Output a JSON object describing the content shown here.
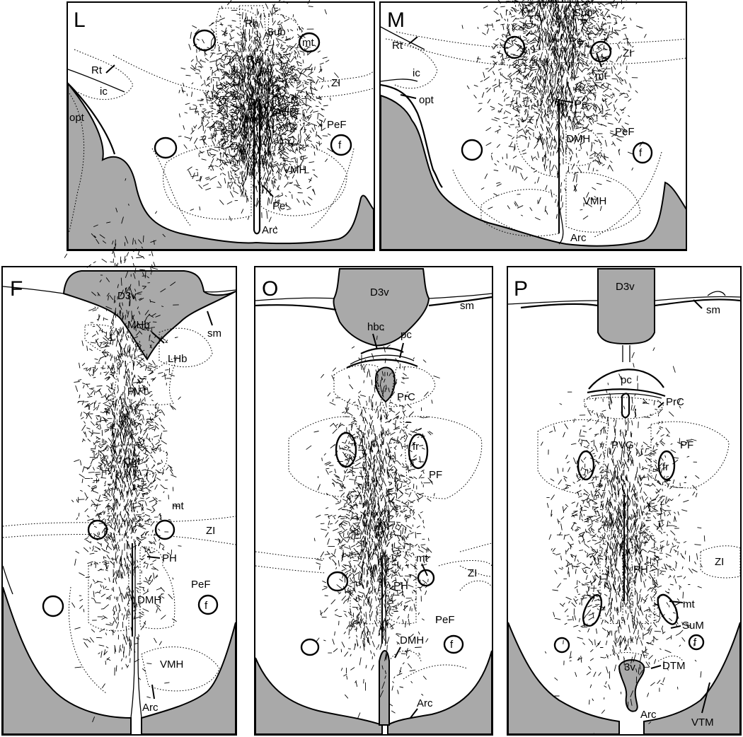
{
  "panels": {
    "L": {
      "letter": "L",
      "labels": {
        "Rh": "Rh",
        "Sub": "Sub",
        "mt": "mt",
        "Re": "Re",
        "Rt": "Rt",
        "ic": "ic",
        "ZI": "ZI",
        "opt": "opt",
        "AHP": "AHP",
        "PeF": "PeF",
        "f": "f",
        "VMH": "VMH",
        "Pe": "Pe",
        "Arc": "Arc"
      }
    },
    "M": {
      "letter": "M",
      "labels": {
        "Sub": "Sub",
        "Rt": "Rt",
        "Re": "Re",
        "ZI": "ZI",
        "ic": "ic",
        "mt": "mt",
        "opt": "opt",
        "Pe": "Pe",
        "DMH": "DMH",
        "PeF": "PeF",
        "f": "f",
        "VMH": "VMH",
        "Arc": "Arc"
      }
    },
    "F": {
      "letter": "F",
      "labels": {
        "D3v": "D3v",
        "MHb": "MHb",
        "sm": "sm",
        "LHb": "LHb",
        "PVT": "PVT",
        "CM": "CM",
        "mt": "mt",
        "ZI": "ZI",
        "PH": "PH",
        "PeF": "PeF",
        "DMH": "DMH",
        "f": "f",
        "VMH": "VMH",
        "Arc": "Arc"
      }
    },
    "O": {
      "letter": "O",
      "labels": {
        "D3v": "D3v",
        "sm": "sm",
        "hbc": "hbc",
        "pc": "pc",
        "PrC": "PrC",
        "fr": "fr",
        "PF": "PF",
        "mt": "mt",
        "ZI": "ZI",
        "PH": "PH",
        "PeF": "PeF",
        "DMH": "DMH",
        "f": "f",
        "Arc": "Arc"
      }
    },
    "P": {
      "letter": "P",
      "labels": {
        "D3v": "D3v",
        "sm": "sm",
        "pc": "pc",
        "PrC": "PrC",
        "PVG": "PVG",
        "PF": "PF",
        "fr": "fr",
        "ZI": "ZI",
        "PH": "PH",
        "mt": "mt",
        "SuM": "SuM",
        "f": "f",
        "DTM": "DTM",
        "3v": "3v",
        "Arc": "Arc",
        "VTM": "VTM"
      }
    }
  }
}
